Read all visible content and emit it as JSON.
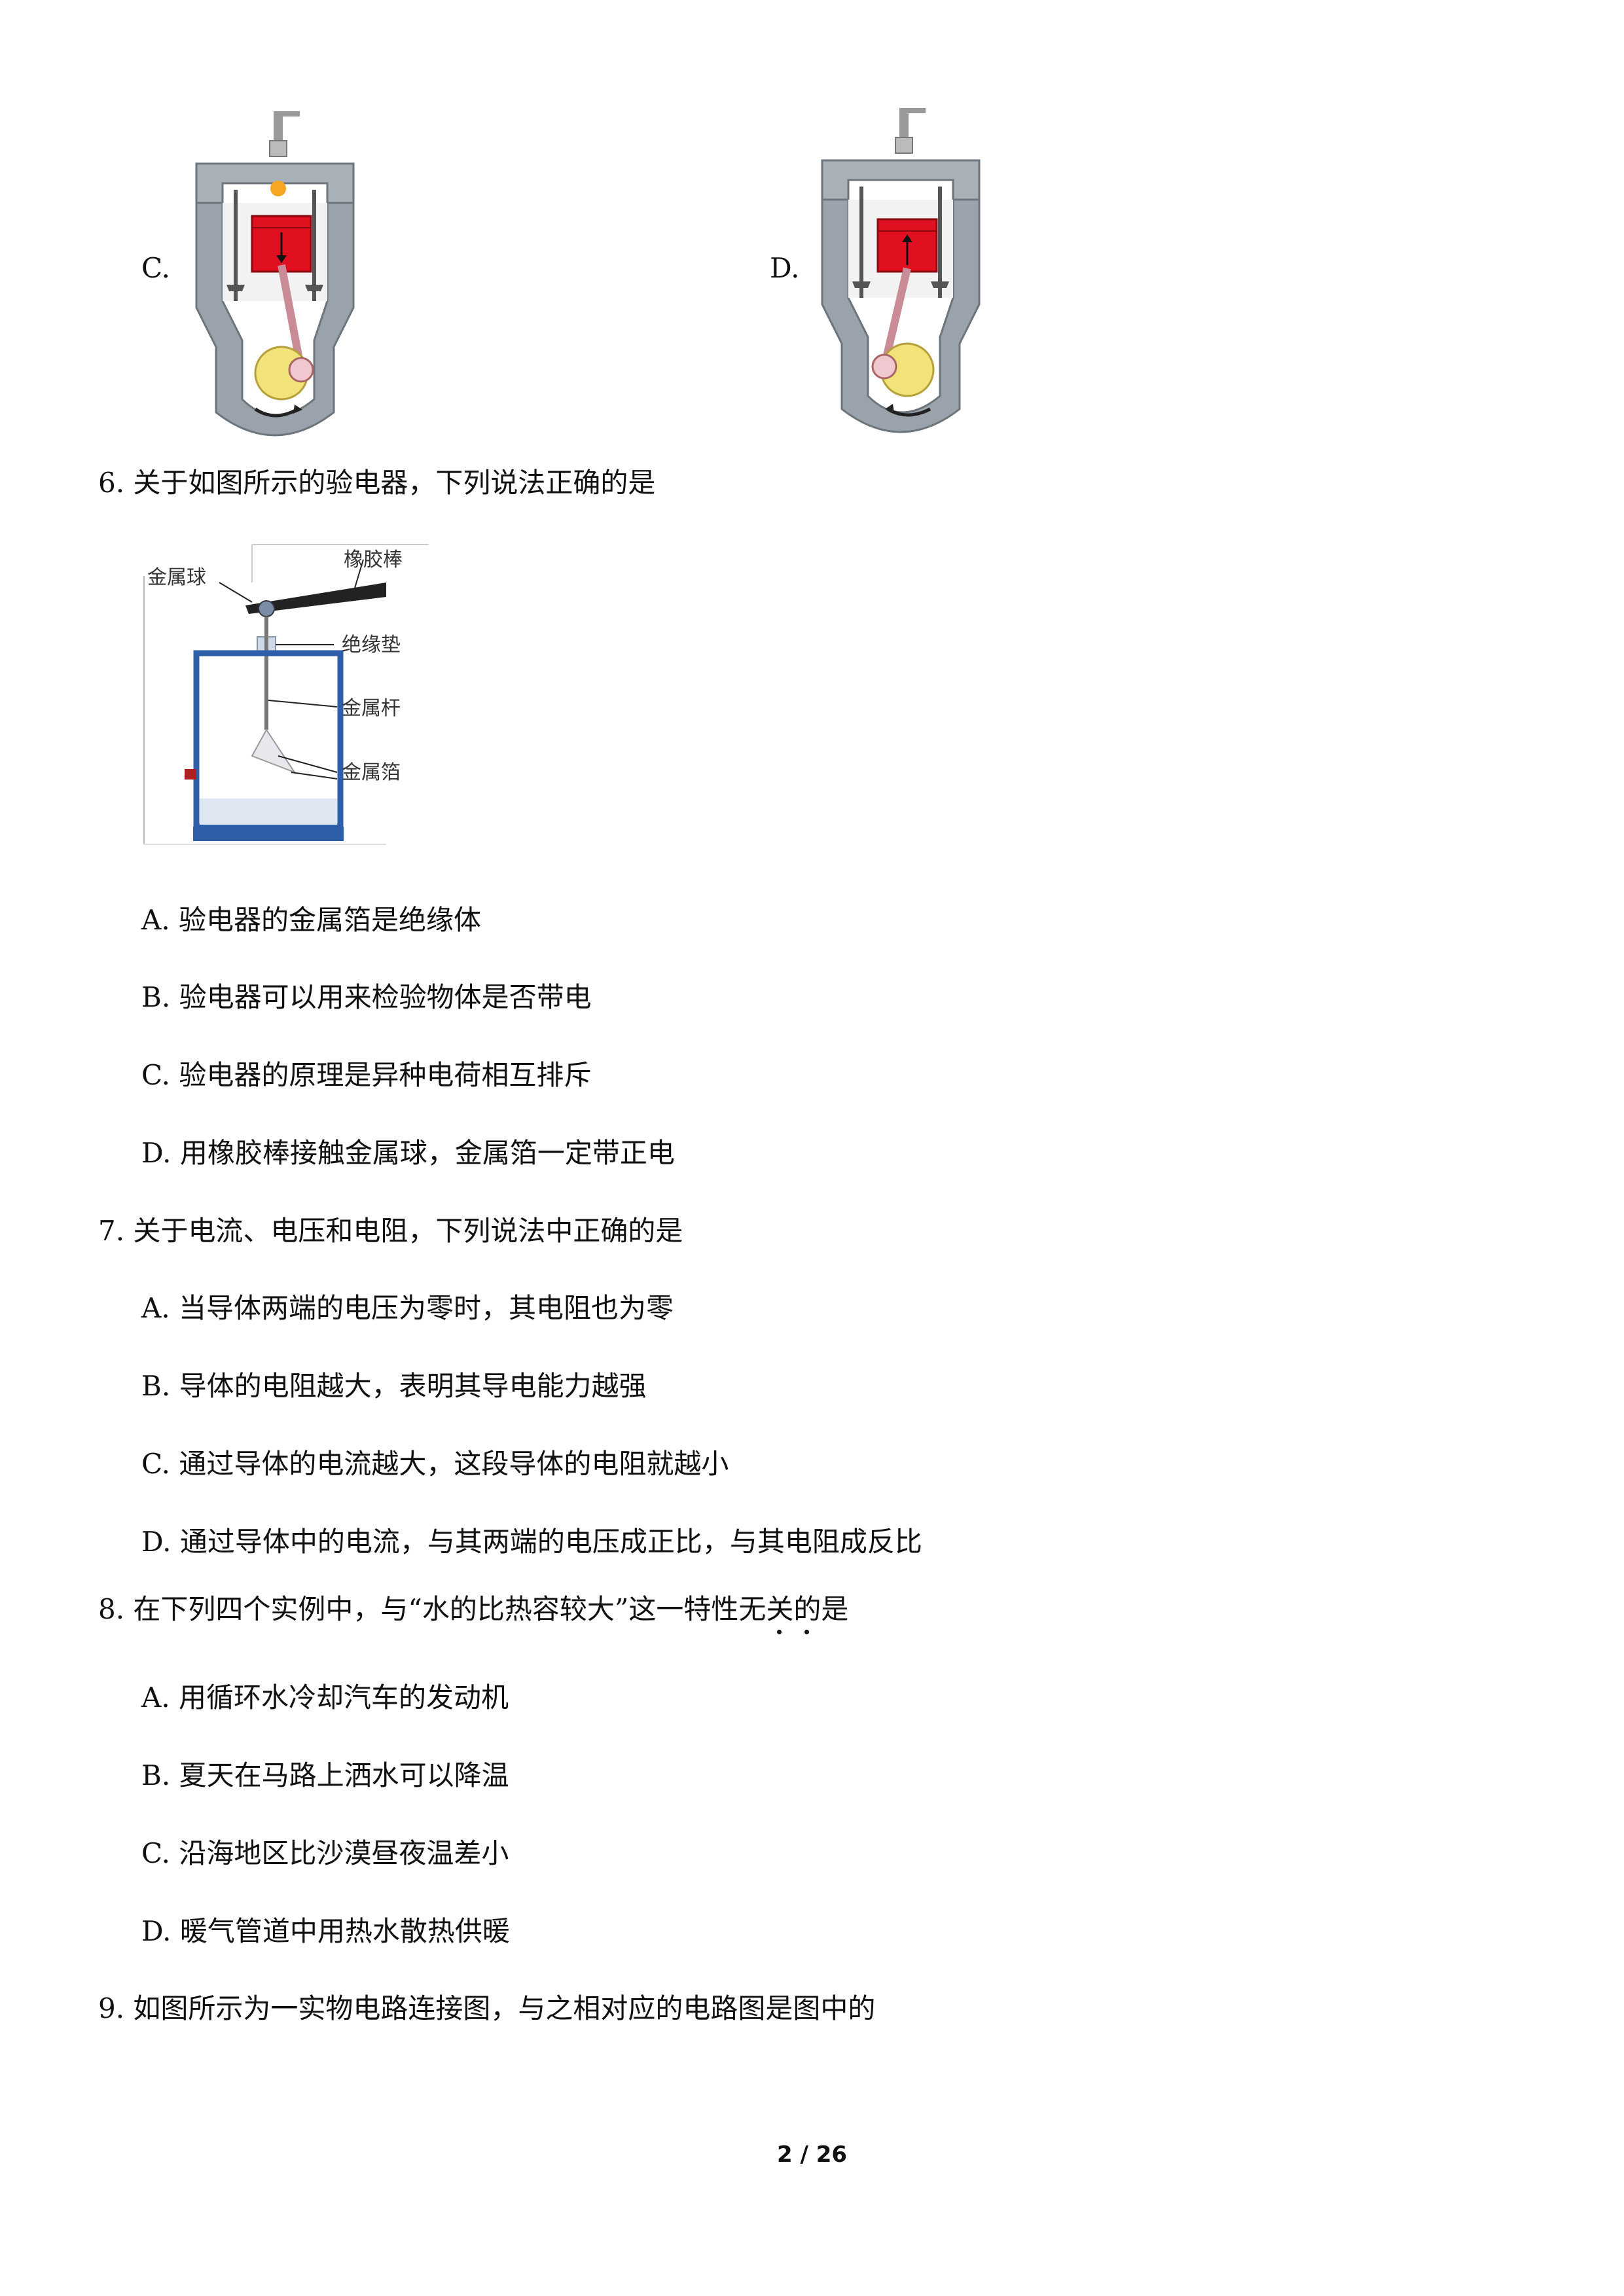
{
  "q5_options": {
    "c_label": "C.",
    "d_label": "D.",
    "c_image": "engine-cylinder-stroke-c",
    "d_image": "engine-cylinder-stroke-d"
  },
  "q6": {
    "stem": "6. 关于如图所示的验电器，下列说法正确的是",
    "figure_labels": {
      "rubber_rod": "橡胶棒",
      "metal_ball": "金属球",
      "insulating_pad": "绝缘垫",
      "metal_rod": "金属杆",
      "metal_foil": "金属箔"
    },
    "options": [
      "A. 验电器的金属箔是绝缘体",
      "B. 验电器可以用来检验物体是否带电",
      "C. 验电器的原理是异种电荷相互排斥",
      "D. 用橡胶棒接触金属球，金属箔一定带正电"
    ]
  },
  "q7": {
    "stem": "7. 关于电流、电压和电阻，下列说法中正确的是",
    "options": [
      "A. 当导体两端的电压为零时，其电阻也为零",
      "B. 导体的电阻越大，表明其导电能力越强",
      "C. 通过导体的电流越大，这段导体的电阻就越小",
      "D. 通过导体中的电流，与其两端的电压成正比，与其电阻成反比"
    ]
  },
  "q8": {
    "stem": "8. 在下列四个实例中，与“水的比热容较大”这一特性无关的是",
    "options": [
      "A. 用循环水冷却汽车的发动机",
      "B. 夏天在马路上洒水可以降温",
      "C. 沿海地区比沙漠昼夜温差小",
      "D. 暖气管道中用热水散热供暖"
    ]
  },
  "q9": {
    "stem": "9. 如图所示为一实物电路连接图，与之相对应的电路图是图中的"
  },
  "footer": {
    "page_number": "2 / 26"
  },
  "colors": {
    "piston": "#e01020",
    "cylinder": "#9aa3ab",
    "crank": "#f2e27a",
    "frame": "#2f5fa8"
  }
}
